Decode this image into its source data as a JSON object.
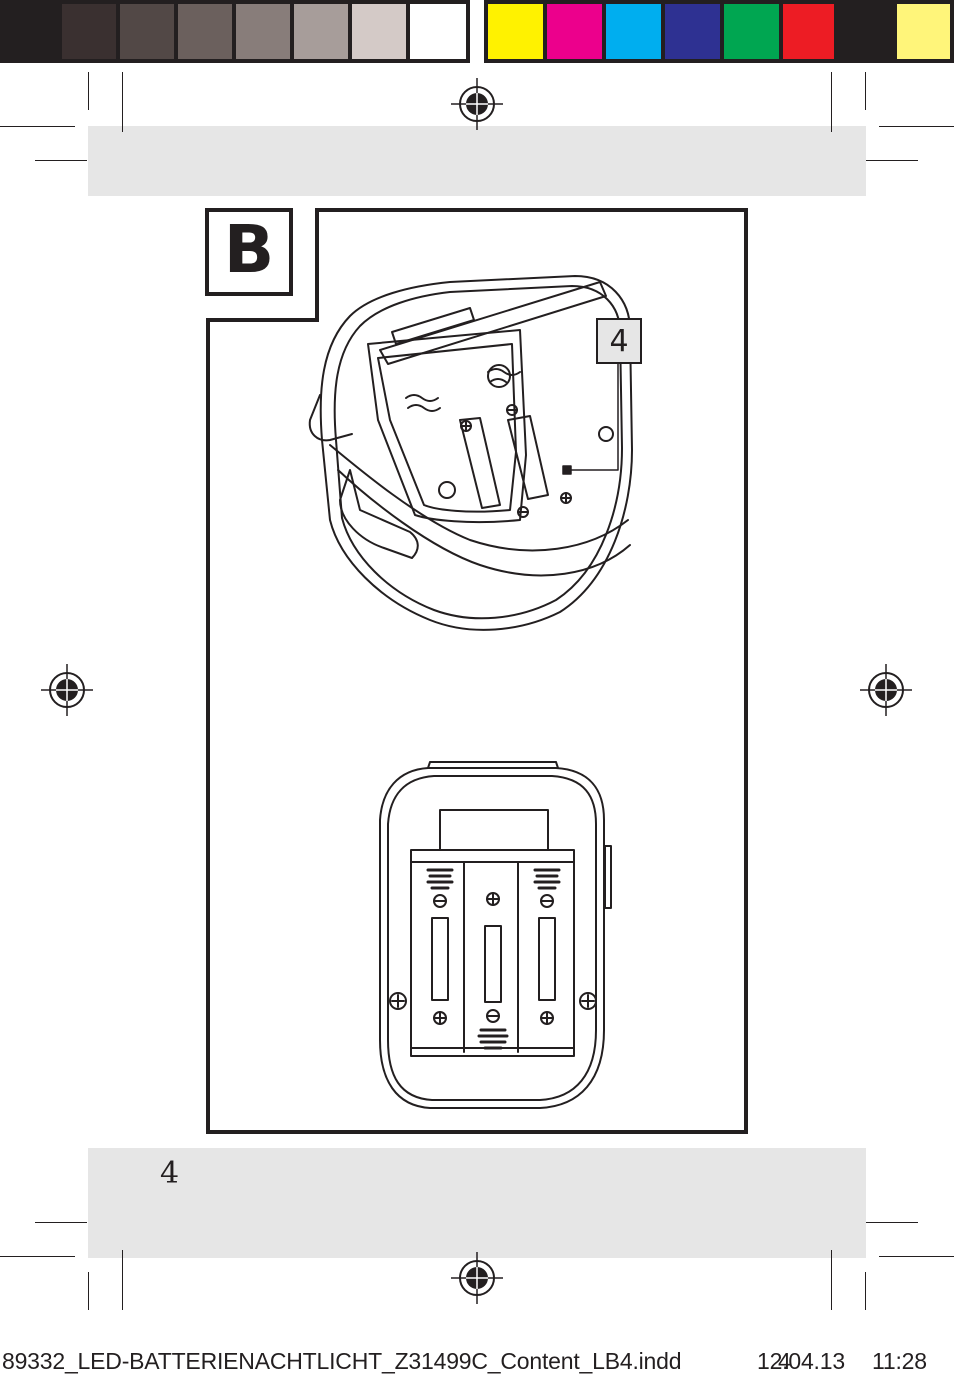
{
  "color_bar": {
    "gray_swatches": [
      "#231f20",
      "#3a3030",
      "#524846",
      "#6b605d",
      "#887d7a",
      "#a79d9a",
      "#d4cac7",
      "#ffffff"
    ],
    "process_swatches": [
      "#fff200",
      "#ec008c",
      "#00aeef",
      "#2e3192",
      "#00a651",
      "#ed1c24",
      "#231f20",
      "#fff57a"
    ]
  },
  "figure": {
    "label": "B",
    "callout_number": "4"
  },
  "page": {
    "number": "4"
  },
  "slug": {
    "filename": "89332_LED-BATTERIENACHTLICHT_Z31499C_Content_LB4.indd",
    "page_ref": "4",
    "date": "12.04.13",
    "time": "11:28"
  },
  "colors": {
    "ink": "#231f20",
    "band_gray": "#e6e6e6"
  }
}
